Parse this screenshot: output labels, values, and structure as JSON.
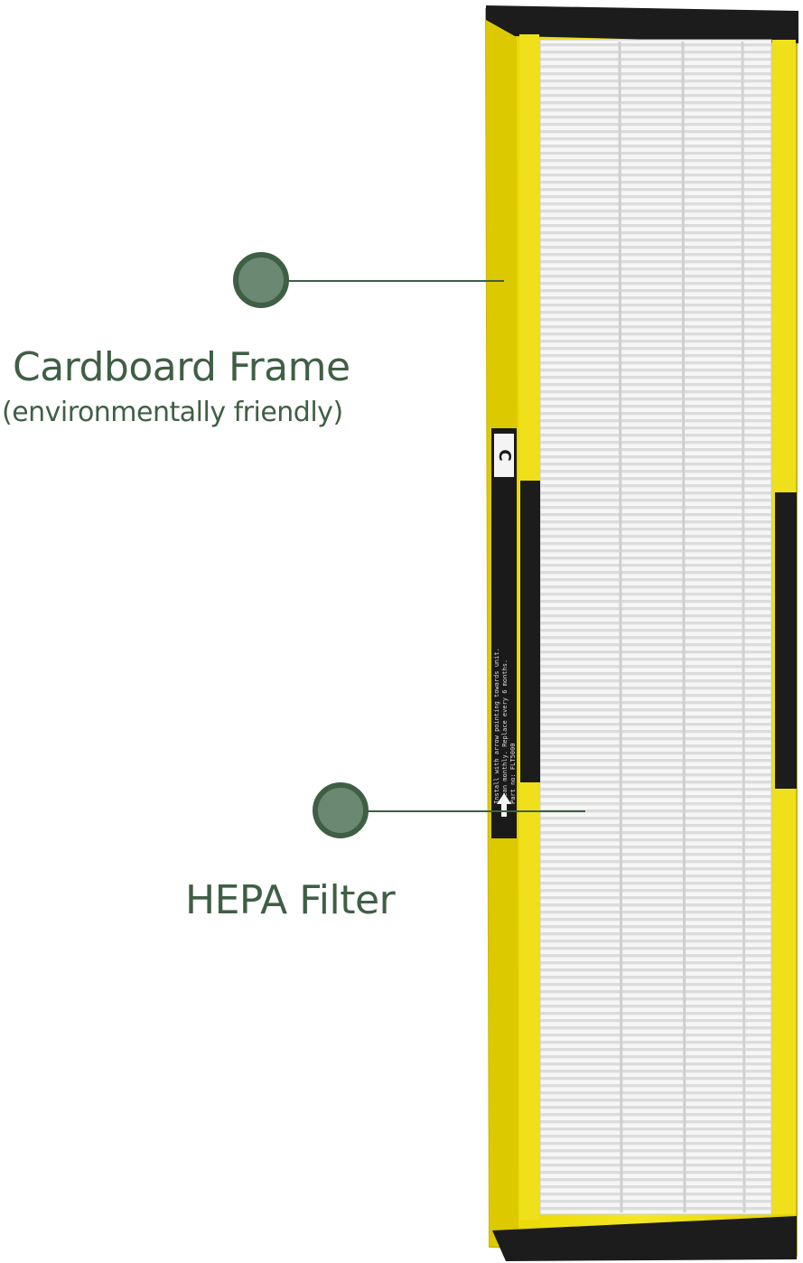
{
  "callouts": {
    "frame": {
      "title": "Cardboard Frame",
      "subtitle": "(environmentally friendly)"
    },
    "hepa": {
      "title": "HEPA Filter"
    }
  },
  "label_sticker": {
    "text_lines": [
      "Install with arrow pointing towards unit.",
      "Clean monthly. Replace every 6 months.",
      "Part no: FLT5000"
    ]
  },
  "colors": {
    "frame_yellow": "#f2e21a",
    "frame_shadow": "#d9c700",
    "gasket_black": "#1c1c1c",
    "media_white": "#f4f4f4",
    "callout_green": "#3f5f45",
    "dot_fill": "#6b8872"
  }
}
